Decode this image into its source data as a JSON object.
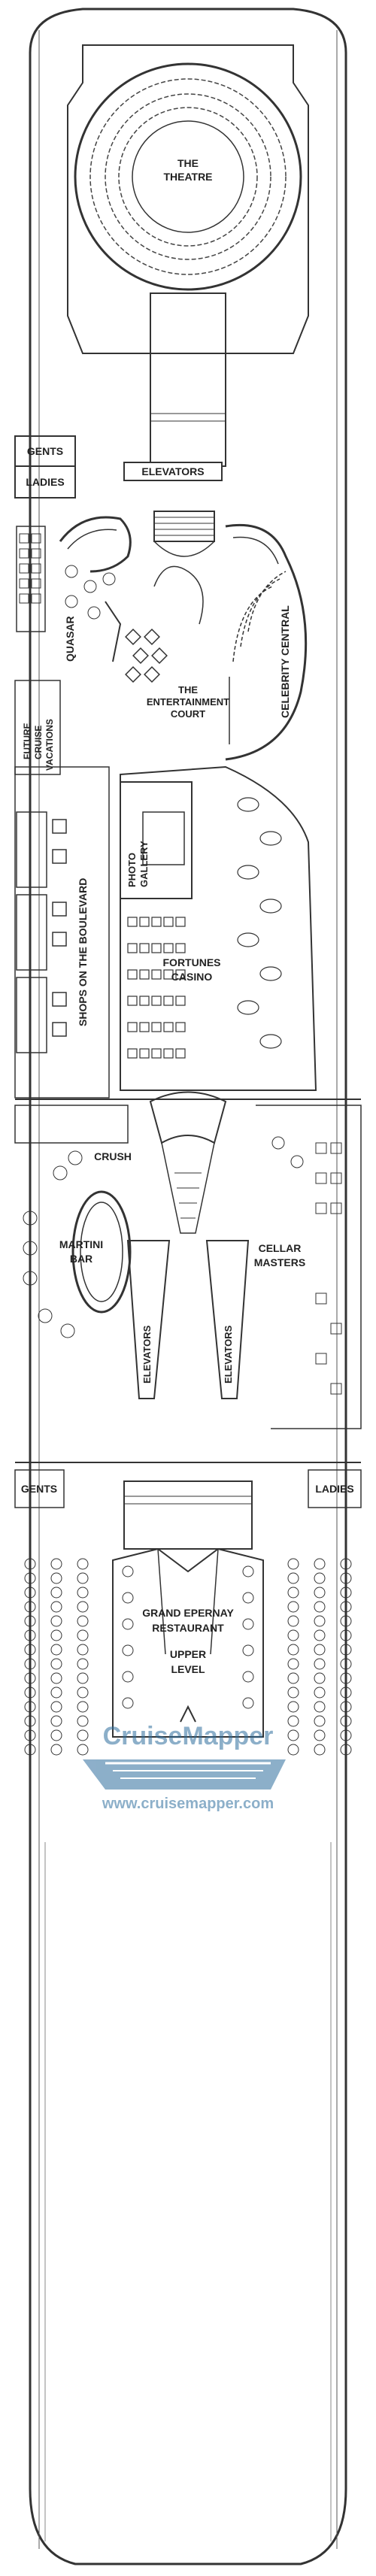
{
  "labels": {
    "theatre": [
      "THE",
      "THEATRE"
    ],
    "gents_top": "GENTS",
    "ladies_top": "LADIES",
    "elevators_top": "ELEVATORS",
    "quasar": "QUASAR",
    "celebrity_central": "CELEBRITY CENTRAL",
    "future_cruise": [
      "FUTURE",
      "CRUISE",
      "VACATIONS"
    ],
    "entertainment_court": [
      "THE",
      "ENTERTAINMENT",
      "COURT"
    ],
    "photo_gallery": [
      "PHOTO",
      "GALLERY"
    ],
    "shops": "SHOPS ON THE BOULEVARD",
    "fortunes_casino": [
      "FORTUNES",
      "CASINO"
    ],
    "crush": "CRUSH",
    "martini_bar": [
      "MARTINI",
      "BAR"
    ],
    "elevators_left": "ELEVATORS",
    "elevators_right": "ELEVATORS",
    "cellar_masters": [
      "CELLAR",
      "MASTERS"
    ],
    "gents_mid": "GENTS",
    "ladies_mid": "LADIES",
    "restaurant": [
      "GRAND EPERNAY",
      "RESTAURANT"
    ],
    "upper_level": [
      "UPPER",
      "LEVEL"
    ]
  },
  "watermark": {
    "logo_text": "CruiseMapper",
    "url": "www.cruisemapper.com"
  },
  "colors": {
    "line": "#333333",
    "watermark": "#2f6e9e"
  }
}
